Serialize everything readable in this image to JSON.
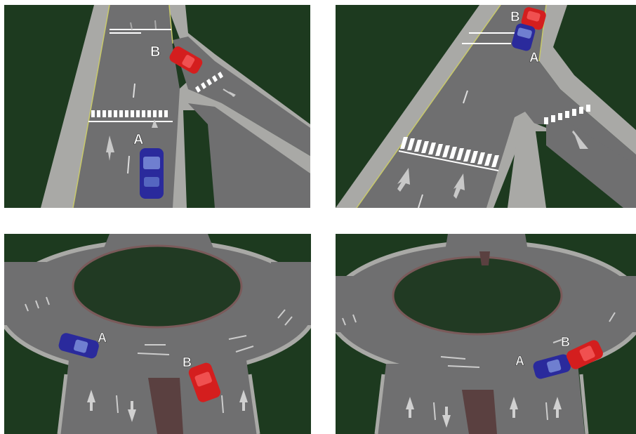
{
  "colors": {
    "grass": "#1d3a1f",
    "road": "#6f6f70",
    "sidewalk": "#a9a9a6",
    "curb_line": "#c8c96a",
    "marking": "#ffffff",
    "island": "#213a23",
    "island_rim": "#7a5a5a",
    "car_a": "#2a2a9c",
    "car_b": "#d41e1e"
  },
  "panels": [
    {
      "car_a_label": "A",
      "car_b_label": "B"
    },
    {
      "car_a_label": "A",
      "car_b_label": "B"
    },
    {
      "car_a_label": "A",
      "car_b_label": "B"
    },
    {
      "car_a_label": "A",
      "car_b_label": "B"
    }
  ]
}
